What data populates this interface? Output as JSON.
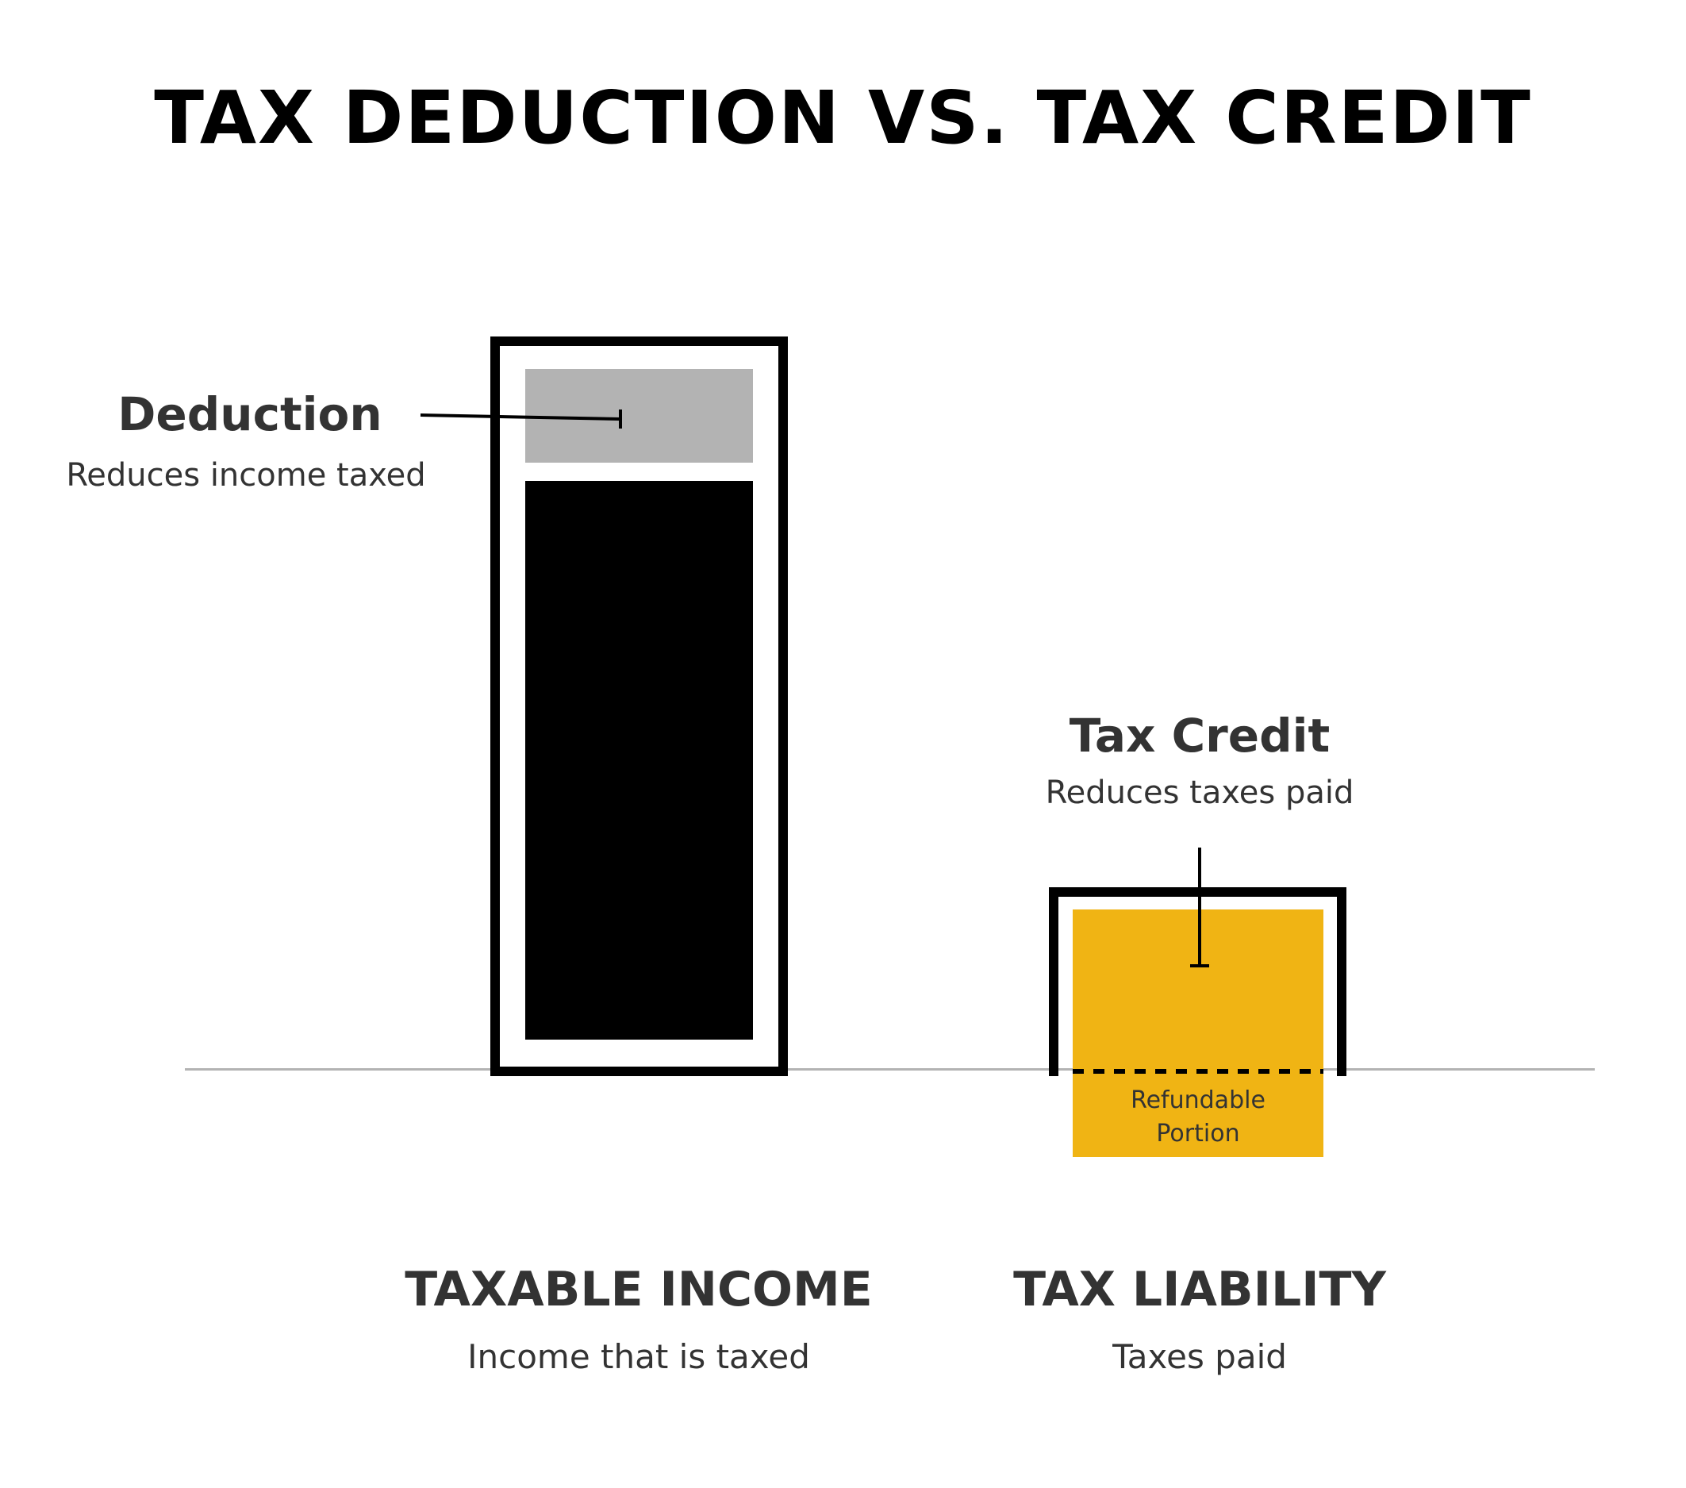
{
  "title": "TAX DEDUCTION VS. TAX CREDIT",
  "deduction": {
    "title": "Deduction",
    "subtitle": "Reduces income taxed"
  },
  "tax_credit": {
    "title": "Tax Credit",
    "subtitle": "Reduces taxes paid"
  },
  "refundable": {
    "line1": "Refundable",
    "line2": "Portion"
  },
  "taxable_income": {
    "title": "TAXABLE INCOME",
    "subtitle": "Income that is taxed"
  },
  "tax_liability": {
    "title": "TAX LIABILITY",
    "subtitle": "Taxes paid"
  },
  "colors": {
    "deduction": "#b3b3b3",
    "taxed_income": "#000000",
    "credit": "#f0b414",
    "baseline": "#b3b3b3"
  }
}
